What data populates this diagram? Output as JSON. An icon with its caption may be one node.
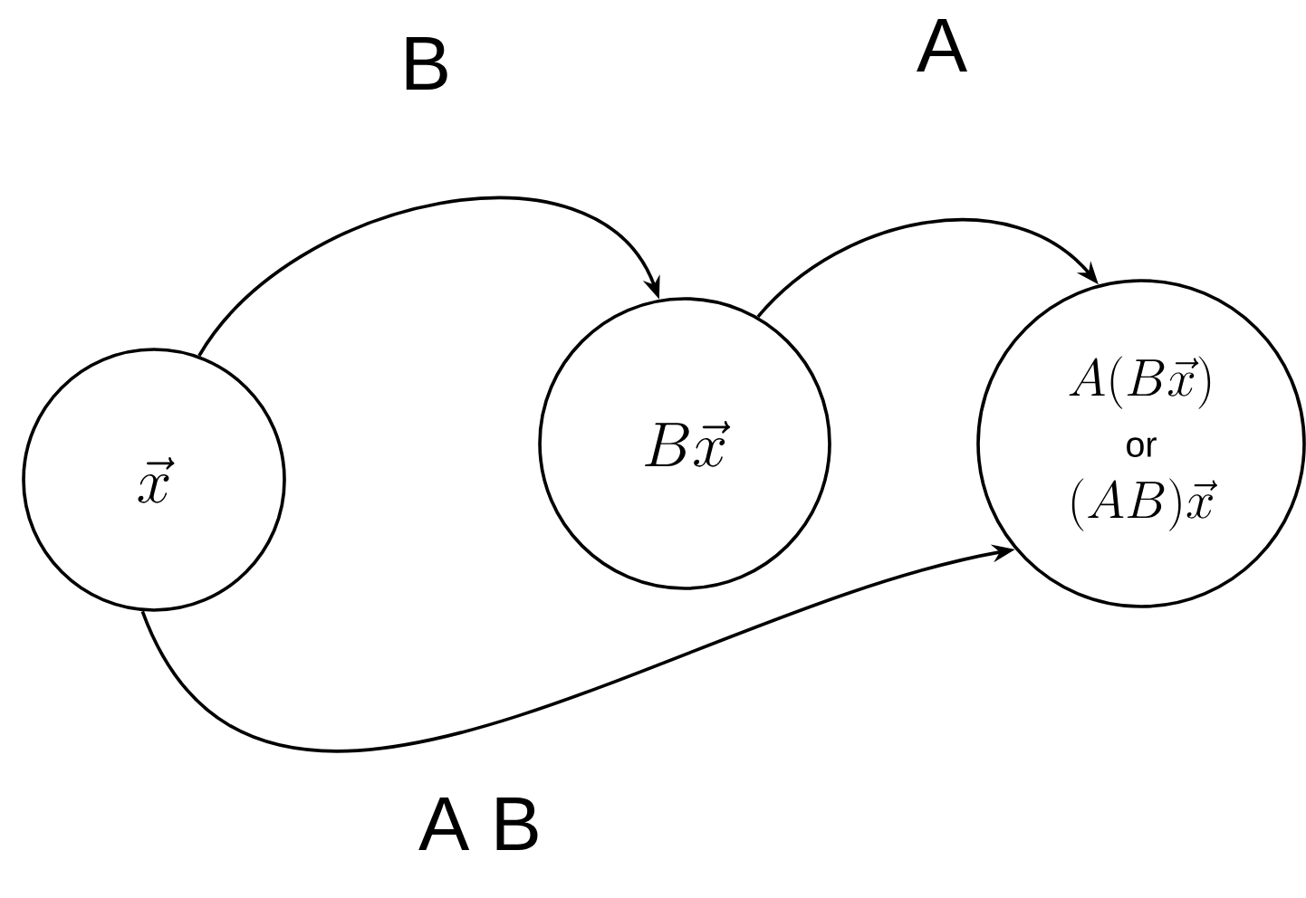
{
  "diagram": {
    "nodes": [
      {
        "text": [
          "\\vec{x}"
        ]
      },
      {
        "text": [
          "B\\vec{x}"
        ]
      },
      {
        "text": [
          "A(B\\vec{x})",
          "or",
          "(AB)\\vec{x}"
        ]
      }
    ],
    "edges": [
      {
        "from": 0,
        "to": 1,
        "arrow": "to",
        "label": "B"
      },
      {
        "from": 1,
        "to": 2,
        "arrow": "to",
        "label": "A"
      },
      {
        "from": 0,
        "to": 2,
        "arrow": "to",
        "label": "A B"
      }
    ]
  }
}
